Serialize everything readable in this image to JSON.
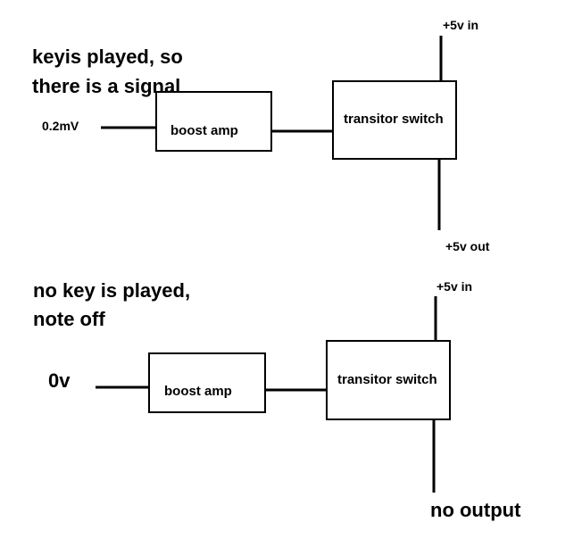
{
  "top_scenario": {
    "caption_line1": "keyis played, so",
    "caption_line2": "there is a signal",
    "input_label": "0.2mV",
    "amp_label": "boost amp",
    "switch_label": "transitor switch",
    "supply_label": "+5v in",
    "output_label": "+5v out"
  },
  "bottom_scenario": {
    "caption_line1": "no key is played,",
    "caption_line2": "note off",
    "input_label": "0v",
    "amp_label": "boost amp",
    "switch_label": "transitor switch",
    "supply_label": "+5v in",
    "output_label": "no output"
  }
}
